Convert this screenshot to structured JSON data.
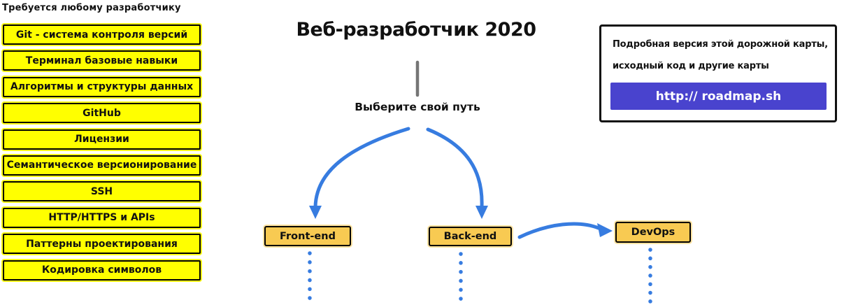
{
  "sidebar": {
    "note": "Требуется любому разработчику",
    "skills": [
      "Git - система контроля версий",
      "Терминал базовые навыки",
      "Алгоритмы и структуры данных",
      "GitHub",
      "Лицензии",
      "Семантическое версионирование",
      "SSH",
      "HTTP/HTTPS и APIs",
      "Паттерны проектирования",
      "Кодировка символов"
    ]
  },
  "main": {
    "title": "Веб-разработчик 2020",
    "choose_path_label": "Выберите свой путь",
    "paths": [
      {
        "label": "Front-end"
      },
      {
        "label": "Back-end"
      },
      {
        "label": "DevOps"
      }
    ]
  },
  "info_box": {
    "line1": "Подробная версия этой дорожной карты,",
    "line2": "исходный код и другие карты",
    "button_label": "http:// roadmap.sh"
  },
  "colors": {
    "skill_box_fill": "#FFFF00",
    "path_box_fill": "#F8CA52",
    "arrow_blue": "#377CE0",
    "button_fill": "#4943CE",
    "connector_gray": "#757575"
  }
}
